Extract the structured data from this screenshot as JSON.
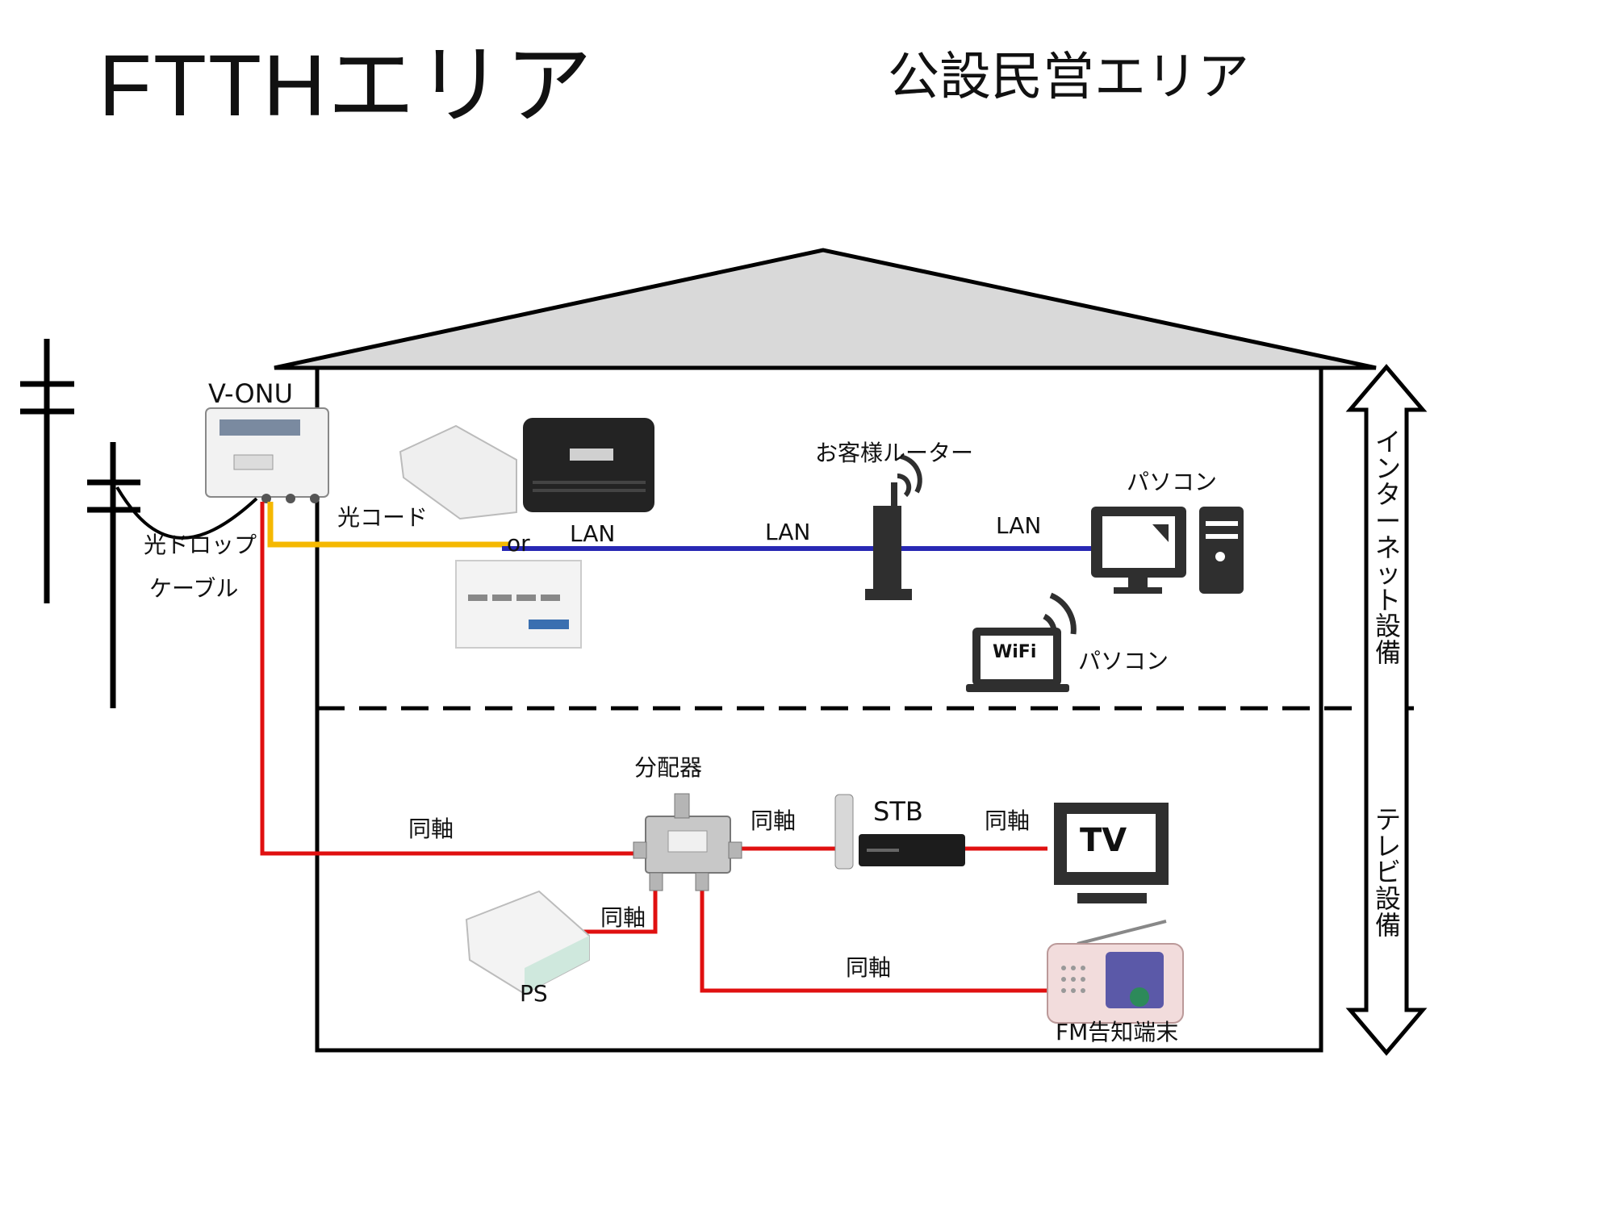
{
  "titles": {
    "main": "FTTHエリア",
    "sub": "公設民営エリア"
  },
  "labels": {
    "v_onu": "V-ONU",
    "optical_drop_1": "光ドロップ",
    "optical_drop_2": "ケーブル",
    "optical_cord": "光コード",
    "or": "or",
    "lan_1": "LAN",
    "lan_2": "LAN",
    "lan_3": "LAN",
    "router": "お客様ルーター",
    "pc_desktop": "パソコン",
    "pc_laptop": "パソコン",
    "wifi": "WiFi",
    "splitter": "分配器",
    "coax_1": "同軸",
    "coax_2": "同軸",
    "coax_3": "同軸",
    "coax_4": "同軸",
    "coax_5": "同軸",
    "stb": "STB",
    "tv": "TV",
    "ps": "PS",
    "fm_terminal": "FM告知端末"
  },
  "sections": {
    "internet": [
      "イ",
      "ン",
      "タ",
      "ー",
      "ネ",
      "ッ",
      "ト",
      "設",
      "備"
    ],
    "tv": [
      "テ",
      "レ",
      "ビ",
      "設",
      "備"
    ]
  },
  "colors": {
    "fiber": "#f5b800",
    "lan": "#2828b4",
    "coax": "#e01010",
    "roof": "#d9d9d9"
  }
}
